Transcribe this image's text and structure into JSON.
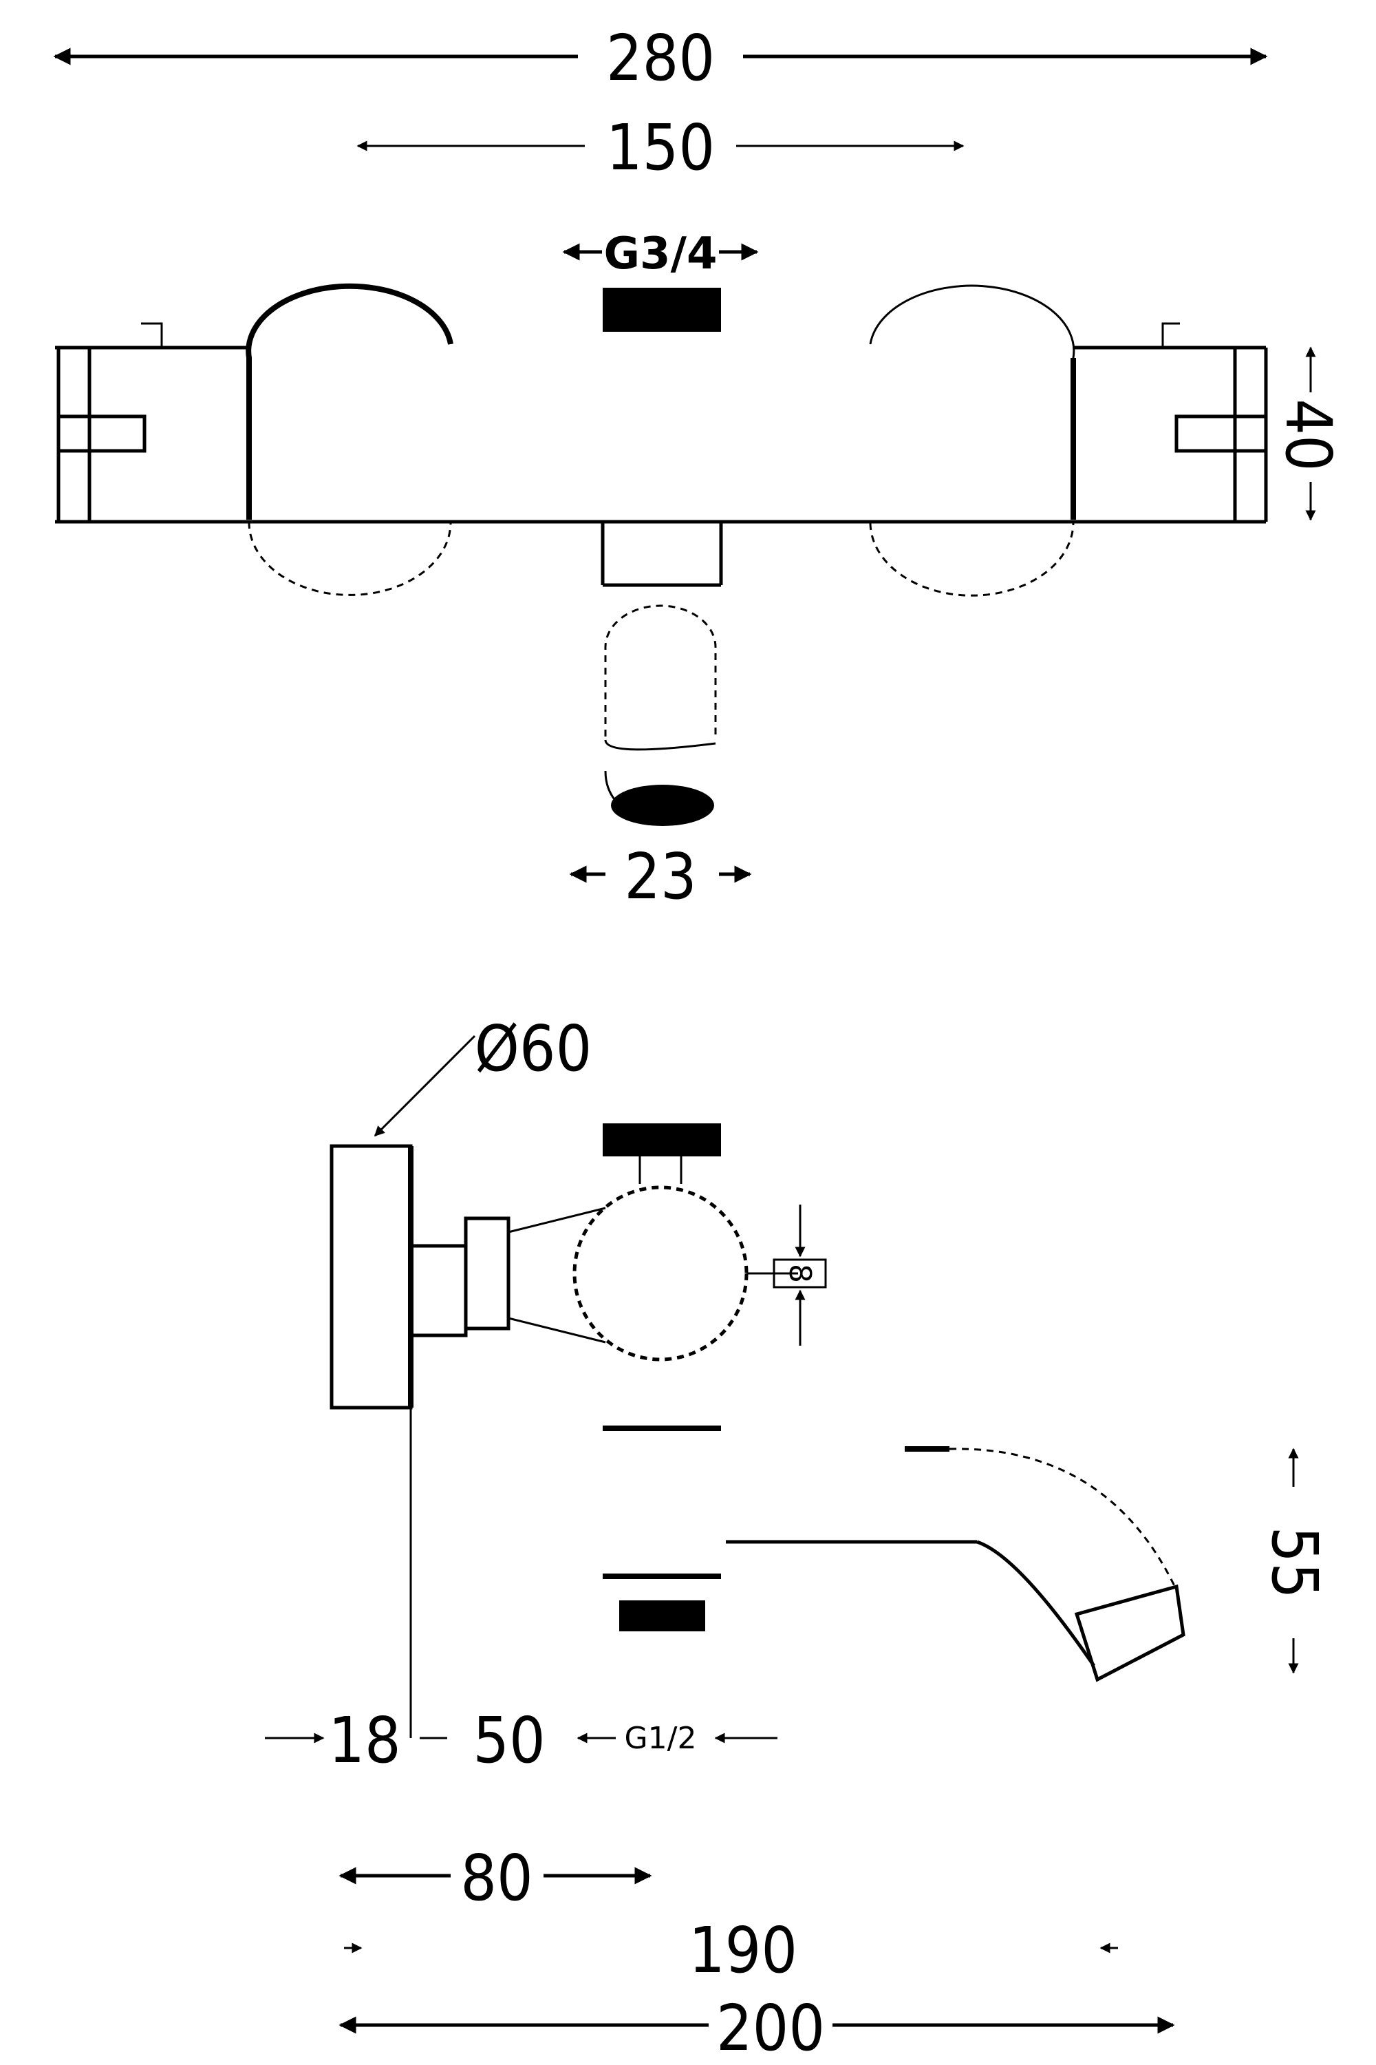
{
  "dimensions": {
    "overall_width": "280",
    "center_distance": "150",
    "outlet_thread": "G3/4",
    "wall_offset": "40",
    "spout_width": "23",
    "rosette_diameter": "Ø60",
    "handle_width": "8",
    "spout_drop": "55",
    "rosette_depth": "18",
    "body_offset": "50",
    "inlet_thread": "G1/2",
    "body_projection": "80",
    "spout_reach": "190",
    "overall_depth": "200"
  }
}
